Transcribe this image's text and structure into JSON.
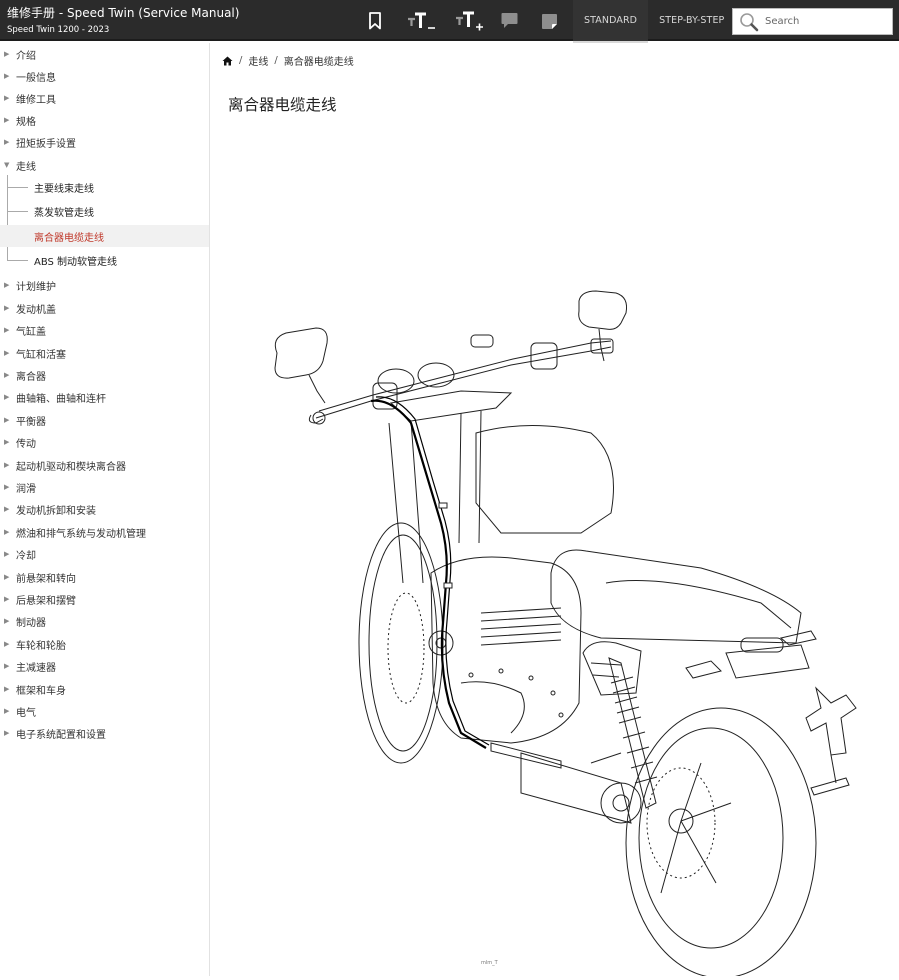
{
  "header": {
    "title": "维修手册 - Speed Twin (Service Manual)",
    "subtitle": "Speed Twin 1200 - 2023",
    "tools": [
      {
        "name": "bookmark-icon",
        "label": "Bookmark"
      },
      {
        "name": "text-decrease-icon",
        "label": "Decrease text size"
      },
      {
        "name": "text-increase-icon",
        "label": "Increase text size"
      },
      {
        "name": "comment-icon",
        "label": "Comments"
      },
      {
        "name": "note-icon",
        "label": "Notes"
      }
    ],
    "tabs": [
      {
        "label": "STANDARD",
        "active": true
      },
      {
        "label": "STEP-BY-STEP",
        "active": false
      }
    ],
    "search": {
      "placeholder": "Search",
      "value": "",
      "icon": "search-icon"
    }
  },
  "sidebar": {
    "items_before": [
      {
        "label": "介绍"
      },
      {
        "label": "一般信息"
      },
      {
        "label": "维修工具"
      },
      {
        "label": "规格"
      },
      {
        "label": "扭矩扳手设置"
      }
    ],
    "expanded": {
      "label": "走线",
      "children": [
        {
          "label": "主要线束走线",
          "active": false
        },
        {
          "label": "蒸发软管走线",
          "active": false
        },
        {
          "label": "离合器电缆走线",
          "active": true
        },
        {
          "label": "ABS 制动软管走线",
          "active": false
        }
      ]
    },
    "items_after": [
      {
        "label": "计划维护"
      },
      {
        "label": "发动机盖"
      },
      {
        "label": "气缸盖"
      },
      {
        "label": "气缸和活塞"
      },
      {
        "label": "离合器"
      },
      {
        "label": "曲轴箱、曲轴和连杆"
      },
      {
        "label": "平衡器"
      },
      {
        "label": "传动"
      },
      {
        "label": "起动机驱动和楔块离合器"
      },
      {
        "label": "润滑"
      },
      {
        "label": "发动机拆卸和安装"
      },
      {
        "label": "燃油和排气系统与发动机管理"
      },
      {
        "label": "冷却"
      },
      {
        "label": "前悬架和转向"
      },
      {
        "label": "后悬架和摆臂"
      },
      {
        "label": "制动器"
      },
      {
        "label": "车轮和轮胎"
      },
      {
        "label": "主减速器"
      },
      {
        "label": "框架和车身"
      },
      {
        "label": "电气"
      },
      {
        "label": "电子系统配置和设置"
      }
    ],
    "collapsed_arrow": "▶",
    "expanded_arrow": "▼"
  },
  "main": {
    "breadcrumb": {
      "home_icon": "home-icon",
      "items": [
        "走线",
        "离合器电缆走线"
      ],
      "separator": "/"
    },
    "title": "离合器电缆走线",
    "figure": {
      "description": "Line illustration of Speed Twin motorcycle showing clutch cable routing",
      "label": "mlm_T"
    }
  },
  "colors": {
    "topbar": "#2b2b2b",
    "active_link": "#c0392b",
    "active_bg": "#f1f1f1"
  }
}
